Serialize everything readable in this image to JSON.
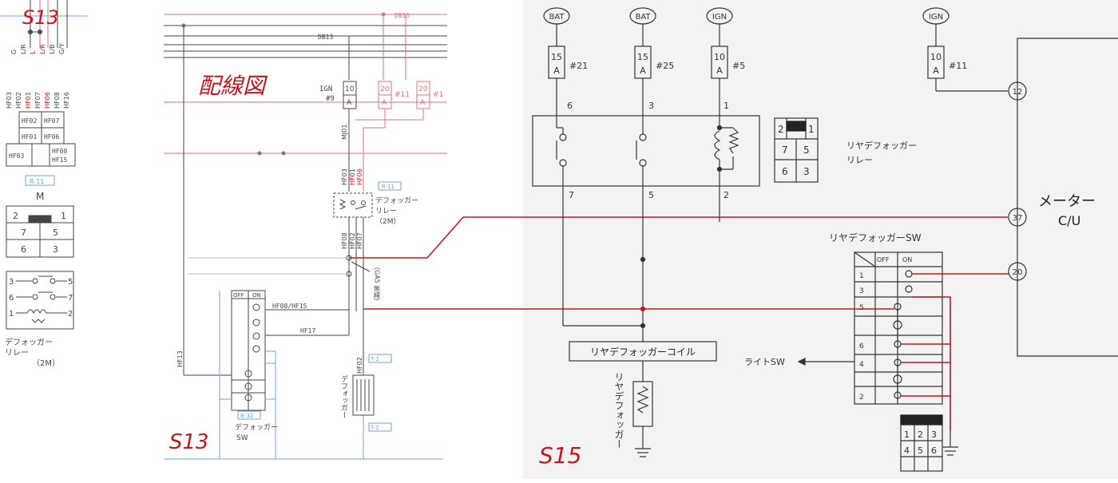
{
  "colors": {
    "ink": "#3a3a3a",
    "red": "#c4161c",
    "pink": "#e0707a",
    "blue": "#6fa3d8",
    "paper": "#ffffff",
    "scan": "#f4f4f4"
  },
  "titles": {
    "s13_small": "S13",
    "s13_big": "S13",
    "s15": "S15",
    "haisenzu": "配線図"
  },
  "left_panel": {
    "wire_labels": [
      "HF03",
      "HF02",
      "HF01",
      "HF07",
      "HF06",
      "HF08",
      "HF16"
    ],
    "wire_colors": [
      "G",
      "L/R",
      "L",
      "L/R",
      "L/B",
      "G/Y"
    ],
    "conn_grid": [
      [
        "HF02",
        "HF07"
      ],
      [
        "HF01",
        "HF06"
      ]
    ],
    "conn_side": [
      "HF03",
      "HF08",
      "HF15"
    ],
    "conn_code": "R-11",
    "conn_m": "M",
    "pin_grid": [
      [
        "2",
        "",
        "1"
      ],
      [
        "7",
        "5"
      ],
      [
        "6",
        "3"
      ]
    ],
    "relay_pins": [
      "3",
      "5",
      "6",
      "7",
      "1",
      "2"
    ],
    "relay_name_1": "デフォッガー",
    "relay_name_2": "リレー",
    "relay_name_3": "（2M）"
  },
  "mid_panel": {
    "db13": "DB13",
    "db15": "DB15",
    "ign": "IGN",
    "ign_no": "#9",
    "fuse10": "10",
    "fuse_a": "A",
    "fuse20a": "20",
    "fuse20b": "20",
    "fuse11": "#11",
    "fuse1": "#1",
    "mj01": "MJ01",
    "hf03": "HF03",
    "hf01": "HF01",
    "hf06": "HF06",
    "hf08": "HF08",
    "hf02": "HF02",
    "hf07": "HF07",
    "hf17": "HF17",
    "hf13": "HF13",
    "hf0815": "HF08/HF15",
    "r11": "R-11",
    "relay_1": "デフォッガー",
    "relay_2": "リレー",
    "relay_3": "（2M）",
    "sw_off": "OFF",
    "sw_on": "ON",
    "b32": "B-32",
    "sw_name_1": "デフォッガー",
    "sw_name_2": "SW",
    "t1": "T-1",
    "t2": "T-2",
    "coil_v": "デフォッガー",
    "vert_note": "（GA5 無線）"
  },
  "right_panel": {
    "bat1": "BAT",
    "bat2": "BAT",
    "ign1": "IGN",
    "ign2": "IGN",
    "f1_amp": "15",
    "f2_amp": "15",
    "f3_amp": "10",
    "f4_amp": "10",
    "amp_unit": "A",
    "f1_no": "#21",
    "f2_no": "#25",
    "f3_no": "#5",
    "f4_no": "#11",
    "pin_top": [
      "6",
      "3",
      "1"
    ],
    "pin_bot": [
      "7",
      "5",
      "2"
    ],
    "relay_conn": [
      [
        "2",
        "",
        "1"
      ],
      [
        "7",
        "5"
      ],
      [
        "6",
        "3"
      ]
    ],
    "relay_name_1": "リヤデフォッガー",
    "relay_name_2": "リレー",
    "meter_1": "メーター",
    "meter_2": "C/U",
    "meter_pins": [
      "12",
      "37",
      "20"
    ],
    "sw_title": "リヤデフォッガーSW",
    "sw_head": [
      "",
      "OFF",
      "ON"
    ],
    "sw_rows": [
      "1",
      "3",
      "5",
      "",
      "6",
      "4",
      "",
      "2"
    ],
    "coil_box": "リヤデフォッガーコイル",
    "coil_v": "リヤデフォッガー",
    "light_sw": "ライトSW",
    "bottom_conn": [
      [
        "1",
        "2",
        "3"
      ],
      [
        "4",
        "5",
        "6"
      ]
    ]
  }
}
